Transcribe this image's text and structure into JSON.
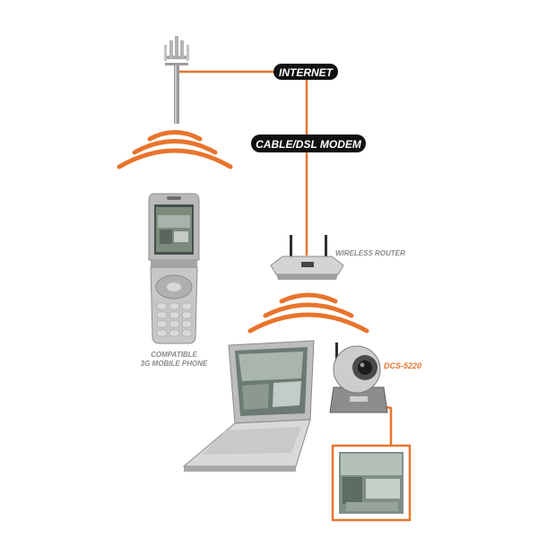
{
  "labels": {
    "internet": "INTERNET",
    "modem": "CABLE/DSL MODEM",
    "router": "WIRELESS ROUTER",
    "phone_line1": "COMPATIBLE",
    "phone_line2": "3G MOBILE PHONE",
    "camera": "DCS-5220"
  },
  "colors": {
    "accent": "#e8742c",
    "pill": "#111111",
    "caption": "#8a8a8a"
  },
  "icons": [
    "cell-tower-icon",
    "mobile-phone-icon",
    "router-icon",
    "laptop-icon",
    "ip-camera-icon",
    "video-monitor-icon"
  ]
}
